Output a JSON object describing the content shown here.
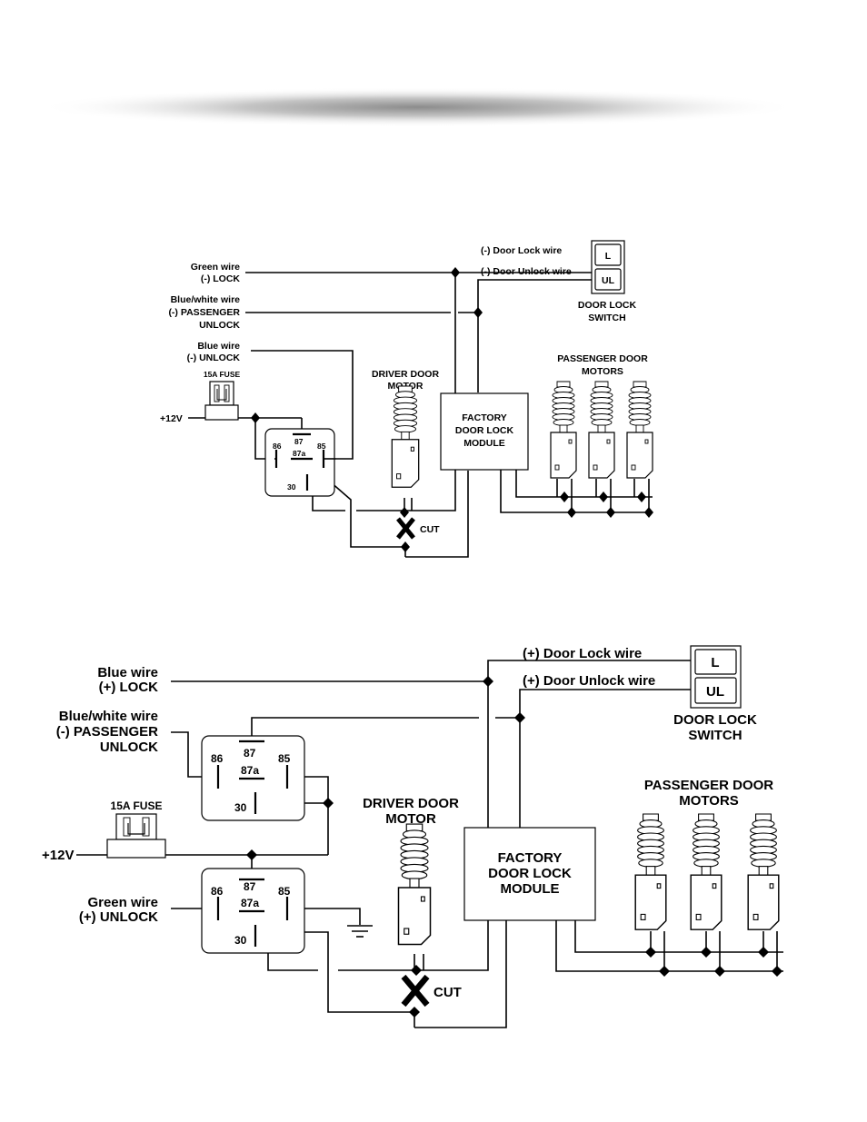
{
  "diagram_top": {
    "green_wire": [
      "Green wire",
      "(-) LOCK"
    ],
    "bluewhite_wire": [
      "Blue/white wire",
      "(-) PASSENGER",
      "UNLOCK"
    ],
    "blue_wire": [
      "Blue wire",
      "(-) UNLOCK"
    ],
    "fuse": "15A FUSE",
    "plus12v": "+12V",
    "relay": {
      "p86": "86",
      "p87": "87",
      "p87a": "87a",
      "p85": "85",
      "p30": "30"
    },
    "driver_motor": [
      "DRIVER DOOR",
      "MOTOR"
    ],
    "module": [
      "FACTORY",
      "DOOR LOCK",
      "MODULE"
    ],
    "passenger_motors": [
      "PASSENGER DOOR",
      "MOTORS"
    ],
    "door_lock_wire": "(-) Door Lock wire",
    "door_unlock_wire": "(-) Door Unlock wire",
    "switch_l": "L",
    "switch_ul": "UL",
    "switch_label": [
      "DOOR LOCK",
      "SWITCH"
    ],
    "cut": "CUT"
  },
  "diagram_bottom": {
    "blue_wire": [
      "Blue wire",
      "(+) LOCK"
    ],
    "bluewhite_wire": [
      "Blue/white wire",
      "(-) PASSENGER",
      "UNLOCK"
    ],
    "fuse": "15A FUSE",
    "plus12v": "+12V",
    "green_wire": [
      "Green wire",
      "(+) UNLOCK"
    ],
    "relay1": {
      "p86": "86",
      "p87": "87",
      "p87a": "87a",
      "p85": "85",
      "p30": "30"
    },
    "relay2": {
      "p86": "86",
      "p87": "87",
      "p87a": "87a",
      "p85": "85",
      "p30": "30"
    },
    "driver_motor": [
      "DRIVER DOOR",
      "MOTOR"
    ],
    "module": [
      "FACTORY",
      "DOOR LOCK",
      "MODULE"
    ],
    "passenger_motors": [
      "PASSENGER DOOR",
      "MOTORS"
    ],
    "door_lock_wire": "(+) Door Lock wire",
    "door_unlock_wire": "(+) Door Unlock wire",
    "switch_l": "L",
    "switch_ul": "UL",
    "switch_label": [
      "DOOR LOCK",
      "SWITCH"
    ],
    "cut": "CUT"
  }
}
